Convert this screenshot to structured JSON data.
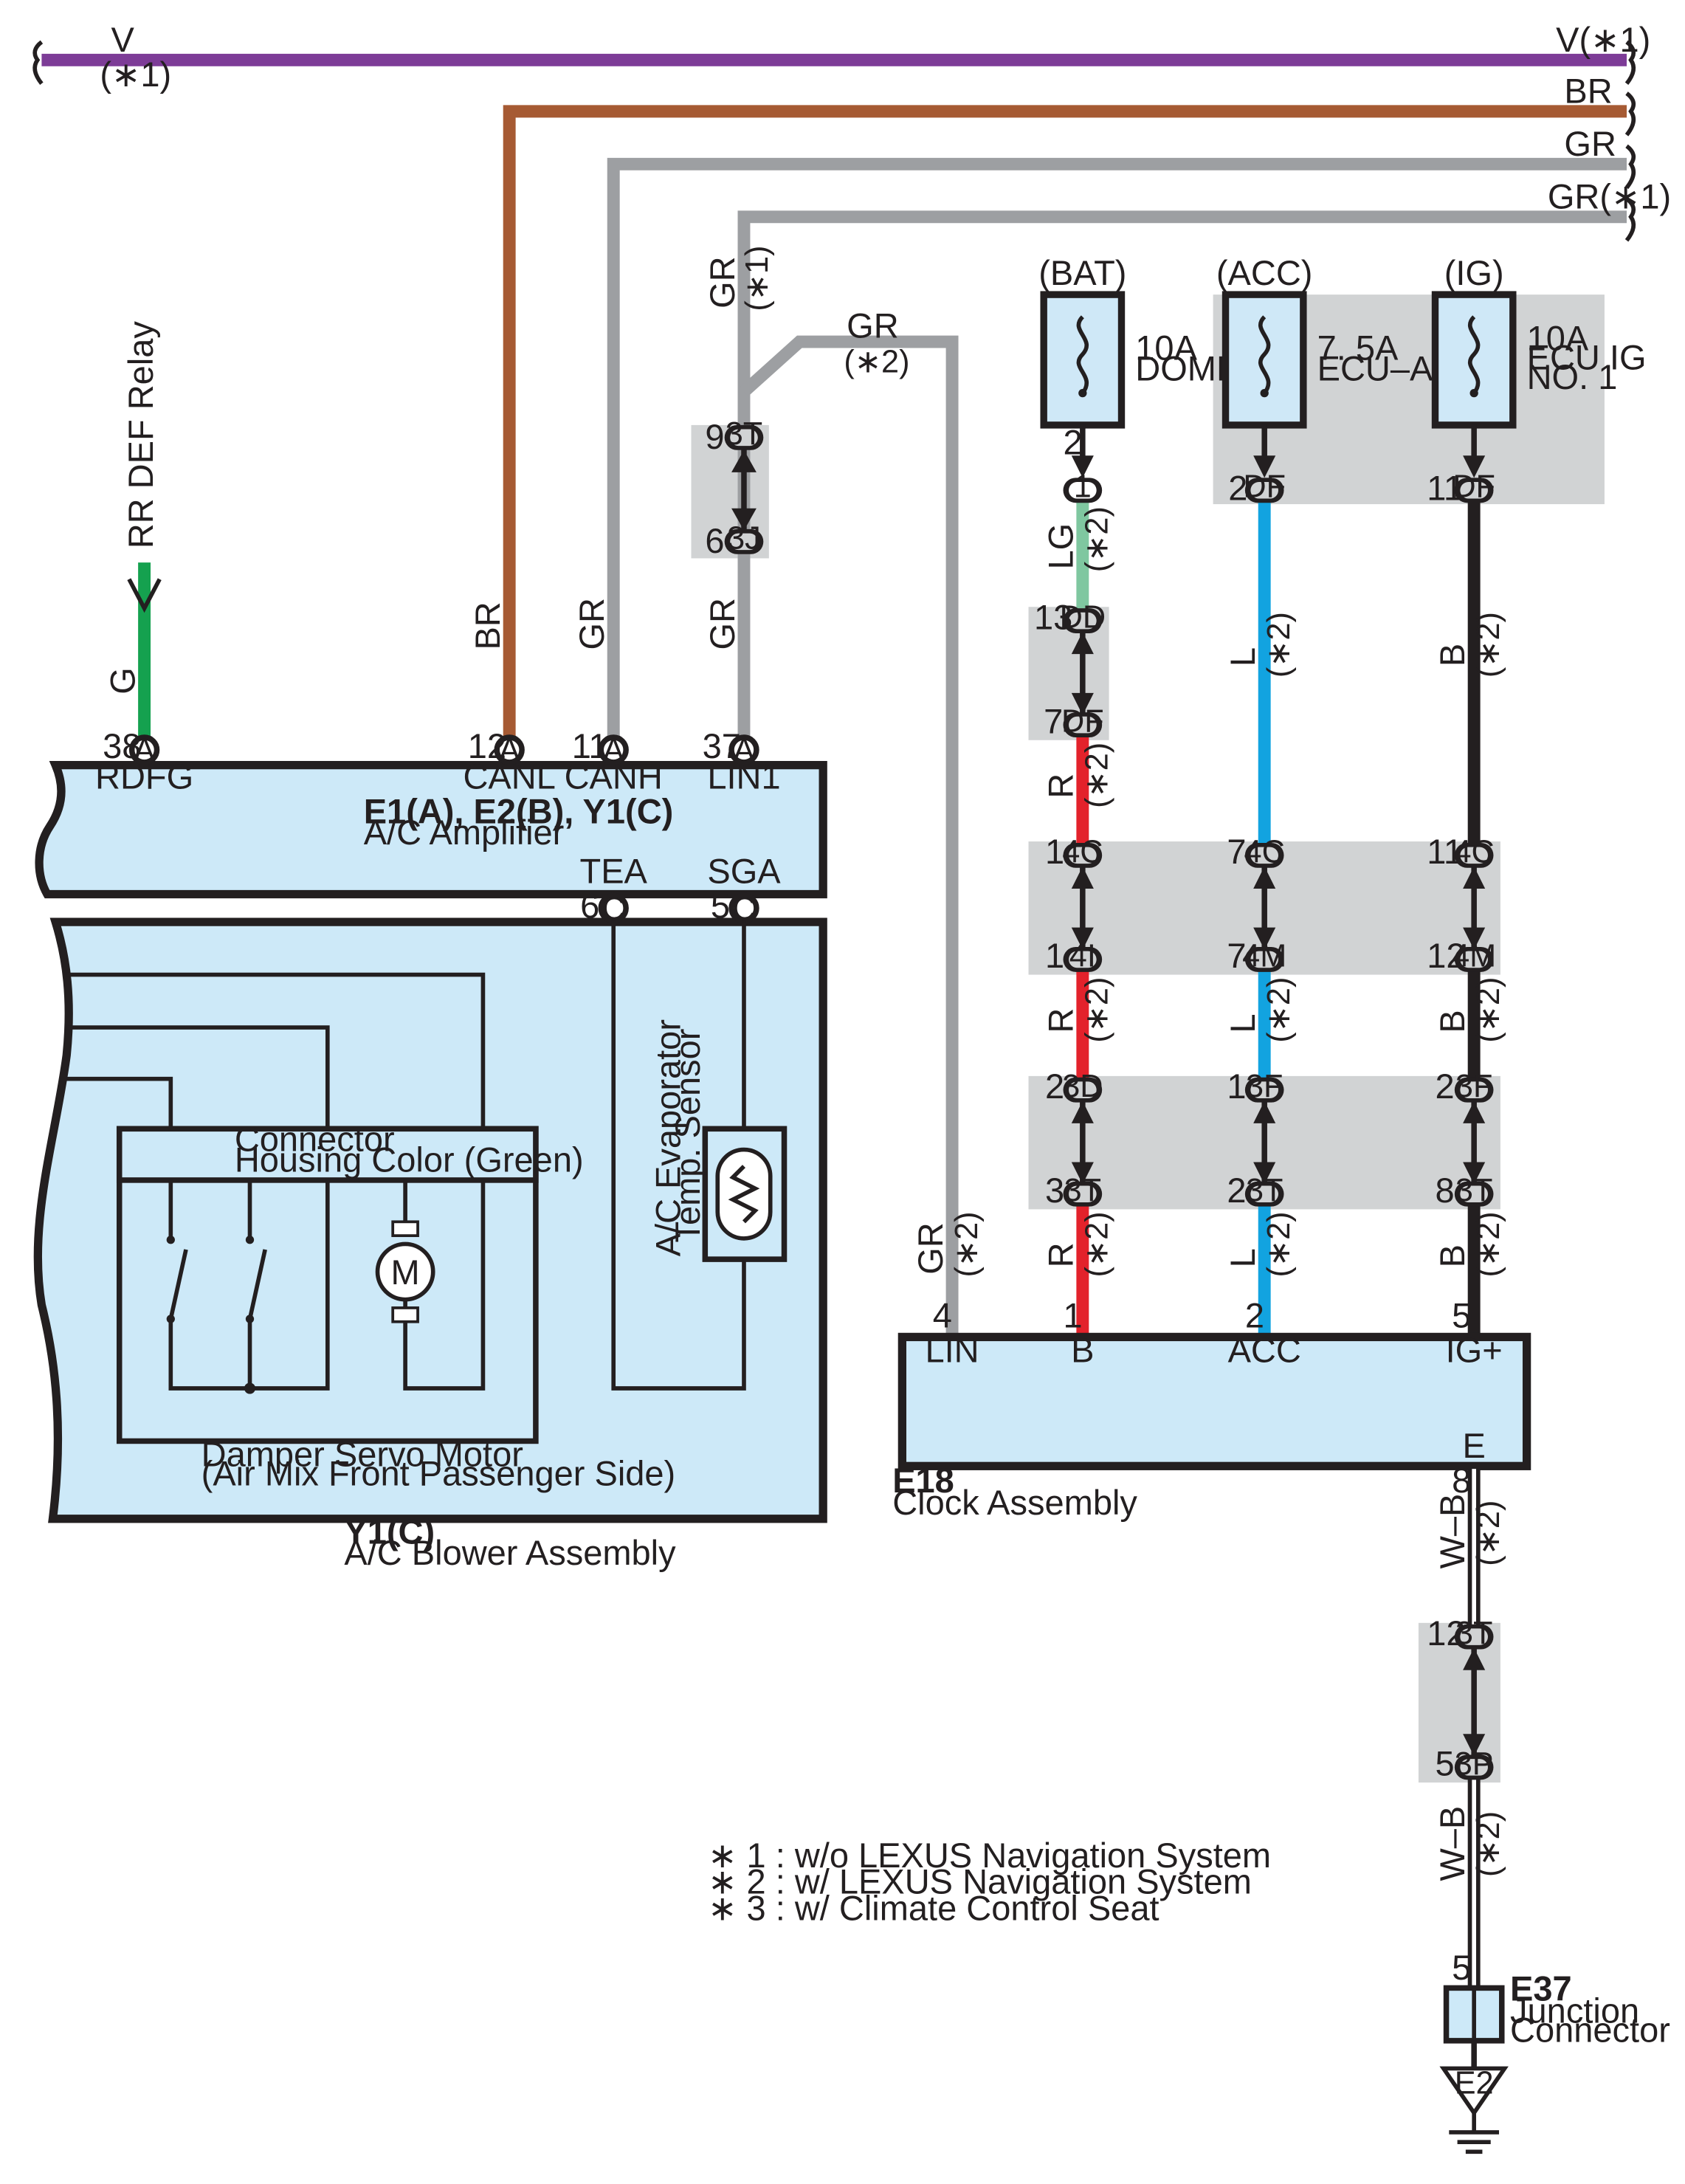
{
  "wires_top": {
    "v": {
      "left": "V",
      "left_note": "(∗1)",
      "right": "V(∗1)"
    },
    "br": "BR",
    "gr": "GR",
    "gr1": "GR(∗1)"
  },
  "relay_label": "RR DEF Relay",
  "wire_labels": {
    "g": "G",
    "br": "BR",
    "gr_canh": "GR",
    "gr_lin1": "GR",
    "gr_top": "GR",
    "note1": "(∗1)",
    "gr_branch": "GR",
    "note2": "(∗2)",
    "gr_clock": "GR",
    "lg": "LG",
    "r1": "R",
    "r2": "R",
    "r3": "R",
    "l1": "L",
    "l2": "L",
    "l3": "L",
    "b1": "B",
    "b2": "B",
    "b3": "B",
    "wb1": "W–B",
    "wb2": "W–B"
  },
  "fuses": {
    "bat": {
      "header": "(BAT)",
      "rating": "10A",
      "name": "DOME"
    },
    "acc": {
      "header": "(ACC)",
      "rating": "7. 5A",
      "name": "ECU–ACC"
    },
    "ig": {
      "header": "(IG)",
      "rating": "10A",
      "name1": "ECU IG",
      "name2": "NO. 1"
    }
  },
  "connectors": {
    "c3t_a": "3T",
    "c3j": "3J",
    "c1": "1",
    "cdf_a": "DF",
    "cdf_b": "DF",
    "cdd": "DD",
    "cdf_c": "DF",
    "c4c": "4C",
    "c4i": "4I",
    "c4m": "4M",
    "c3d": "3D",
    "c3f": "3F",
    "c3t": "3T",
    "c3p": "3P",
    "a": "A",
    "c": "C"
  },
  "pins": {
    "p9": "9",
    "p6": "6",
    "p2": "2",
    "p11": "11",
    "p13": "13",
    "p7": "7",
    "p38": "38",
    "p12": "12",
    "p37": "37",
    "p1": "1",
    "p3": "3",
    "p8": "8",
    "p4": "4",
    "p5": "5"
  },
  "amplifier": {
    "pins": [
      "RDFG",
      "CANL",
      "CANH",
      "LIN1"
    ],
    "title": "E1(A), E2(B), Y1(C)",
    "subtitle": "A/C Amplifier",
    "lower_pins": [
      "TEA",
      "SGA"
    ]
  },
  "blower": {
    "connector_label1": "Connector",
    "connector_label2": "Housing Color (Green)",
    "motor_symbol": "M",
    "servo_label1": "Damper Servo Motor",
    "servo_label2": "(Air Mix Front Passenger Side)",
    "sensor_label1": "A/C Evaporator",
    "sensor_label2": "Temp. Sensor",
    "title": "Y1(C)",
    "subtitle": "A/C Blower Assembly"
  },
  "clock": {
    "pins": [
      "LIN",
      "B",
      "ACC",
      "IG+"
    ],
    "e_pin": "E",
    "title": "E18",
    "subtitle": "Clock Assembly"
  },
  "junction": {
    "title": "E37",
    "line1": "Junction",
    "line2": "Connector"
  },
  "ground": "E2",
  "notes": [
    "∗ 1 : w/o LEXUS Navigation System",
    "∗ 2 : w/ LEXUS Navigation System",
    "∗ 3 : w/ Climate Control Seat"
  ],
  "colors": {
    "violet": "#7d3c97",
    "brown": "#a65a33",
    "gray": "#9d9fa2",
    "green": "#15a14f",
    "light_green": "#7fc7a0",
    "red": "#e3222b",
    "blue": "#12a3e0",
    "black": "#231f20",
    "shade": "#d1d3d4",
    "box": "#cde9f8"
  }
}
